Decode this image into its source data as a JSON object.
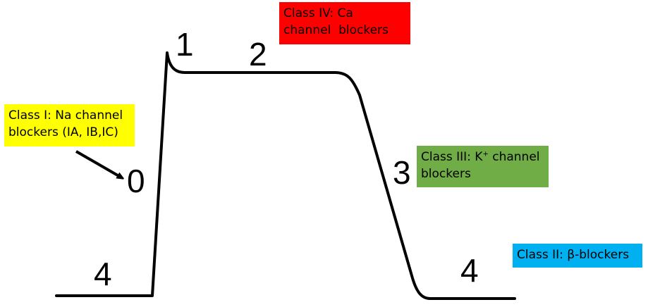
{
  "phases": {
    "phase0": "0",
    "phase1": "1",
    "phase2": "2",
    "phase3": "3",
    "phase4_left": "4",
    "phase4_right": "4"
  },
  "labels": {
    "class1": {
      "line1": "Class I: Na channel",
      "line2": "blockers (IA, IB,IC)",
      "color": "#ffff00"
    },
    "class2": {
      "line1": "Class II: β-blockers",
      "color": "#00b0f0"
    },
    "class3": {
      "line1_prefix": "Class III: K",
      "line1_sup": "+",
      "line1_suffix": " channel",
      "line2": "blockers",
      "color": "#70ad47"
    },
    "class4": {
      "line1": "Class IV: Ca",
      "line2": "channel  blockers",
      "color": "#ff0000"
    }
  },
  "colors": {
    "curve": "#000000",
    "arrow": "#000000"
  }
}
